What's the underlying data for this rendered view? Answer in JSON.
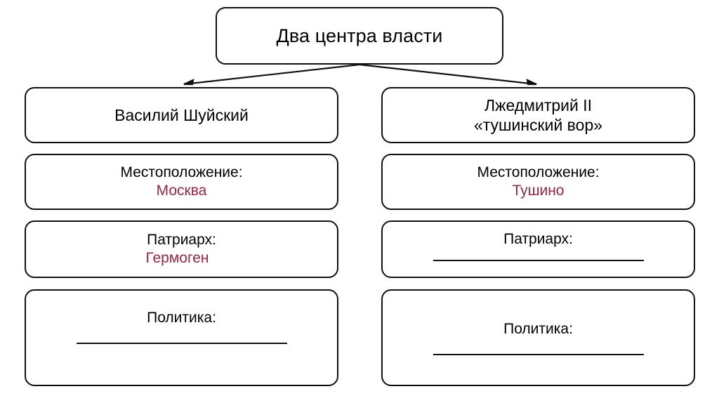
{
  "diagram": {
    "title": "Два центра власти",
    "accent_color": "#A02343",
    "line_color": "#111111",
    "background": "#ffffff"
  },
  "root": {
    "label": "Два центра власти"
  },
  "branches": [
    {
      "id": "left",
      "ruler": {
        "line1": "Василий Шуйский",
        "line2": ""
      },
      "location": {
        "label": "Местоположение:",
        "value": "Москва",
        "filled": true
      },
      "patriarch": {
        "label": "Патриарх:",
        "value": "Гермоген",
        "filled": true
      },
      "policy": {
        "label": "Политика:",
        "value": "",
        "filled": false
      }
    },
    {
      "id": "right",
      "ruler": {
        "line1": "Лжедмитрий II",
        "line2": "«тушинский вор»"
      },
      "location": {
        "label": "Местоположение:",
        "value": "Тушино",
        "filled": true
      },
      "patriarch": {
        "label": "Патриарх:",
        "value": "",
        "filled": false
      },
      "policy": {
        "label": "Политика:",
        "value": "",
        "filled": false
      }
    }
  ]
}
